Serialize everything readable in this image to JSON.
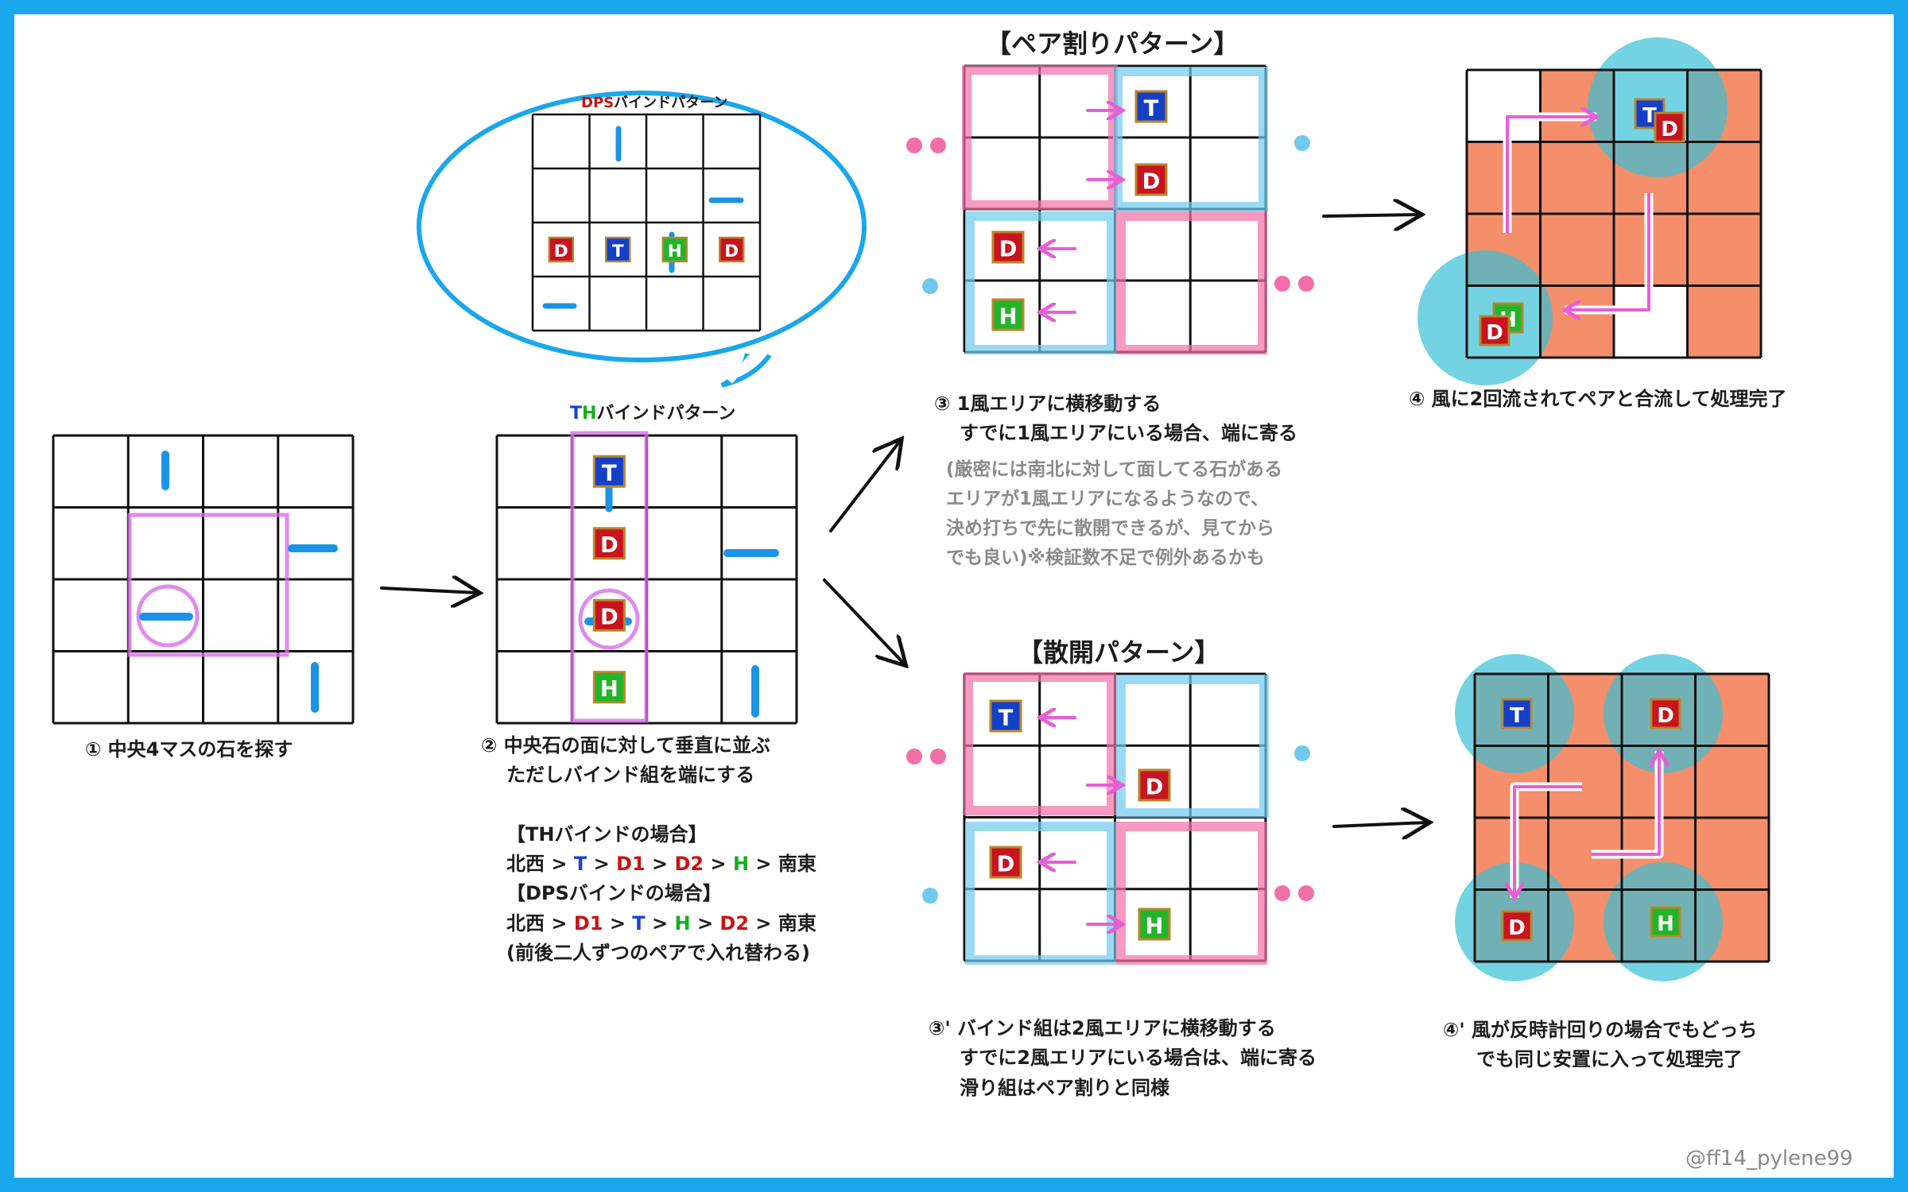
{
  "colors": {
    "frame": "#1aa7ec",
    "pink": "#f26fa7",
    "light_blue": "#6fc9f0",
    "purple": "#d76ee6",
    "magenta_arrow": "#e85ed6",
    "stone": "#1c93e6",
    "orange": "#f58e6a",
    "tank": "#1440c8",
    "dps": "#c8141e",
    "healer": "#22b52a",
    "marker_border": "#b8862c",
    "red_text": "#cc1111",
    "blue_text": "#1a3fd9",
    "green_text": "#13b019"
  },
  "markers": {
    "tank": "T",
    "dps": "D",
    "healer": "H"
  },
  "bubble": {
    "title_colored": "DPS",
    "title_rest": "バインドパターン"
  },
  "step1": {
    "caption": "① 中央4マスの石を探す"
  },
  "step2": {
    "title_t": "T",
    "title_h": "H",
    "title_rest": "バインドパターン",
    "caption_line1": "② 中央石の面に対して垂直に並ぶ",
    "caption_line2": "ただしバインド組を端にする",
    "th_header": "【THバインドの場合】",
    "dps_header": "【DPSバインドの場合】",
    "order_start": "北西",
    "order_end": "南東",
    "sep": ">",
    "th_order": [
      "T",
      "D1",
      "D2",
      "H"
    ],
    "dps_order": [
      "D1",
      "T",
      "H",
      "D2"
    ],
    "note": "(前後二人ずつのペアで入れ替わる)"
  },
  "pair": {
    "title": "【ペア割りパターン】",
    "caption_line1": "③ 1風エリアに横移動する",
    "caption_line2": "すでに1風エリアにいる場合、端に寄る",
    "note_lines": [
      "(厳密には南北に対して面してる石がある",
      "エリアが1風エリアになるようなので、",
      "決め打ちで先に散開できるが、見てから",
      "でも良い)※検証数不足で例外あるかも"
    ]
  },
  "spread": {
    "title": "【散開パターン】",
    "caption_line1": "③' バインド組は2風エリアに横移動する",
    "caption_line2": "すでに2風エリアにいる場合は、端に寄る",
    "caption_line3": "滑り組はペア割りと同様"
  },
  "result_pair": {
    "caption": "④ 風に2回流されてペアと合流して処理完了"
  },
  "result_spread": {
    "caption_line1": "④' 風が反時計回りの場合でもどっち",
    "caption_line2": "でも同じ安置に入って処理完了"
  },
  "credit": "@ff14_pylene99"
}
